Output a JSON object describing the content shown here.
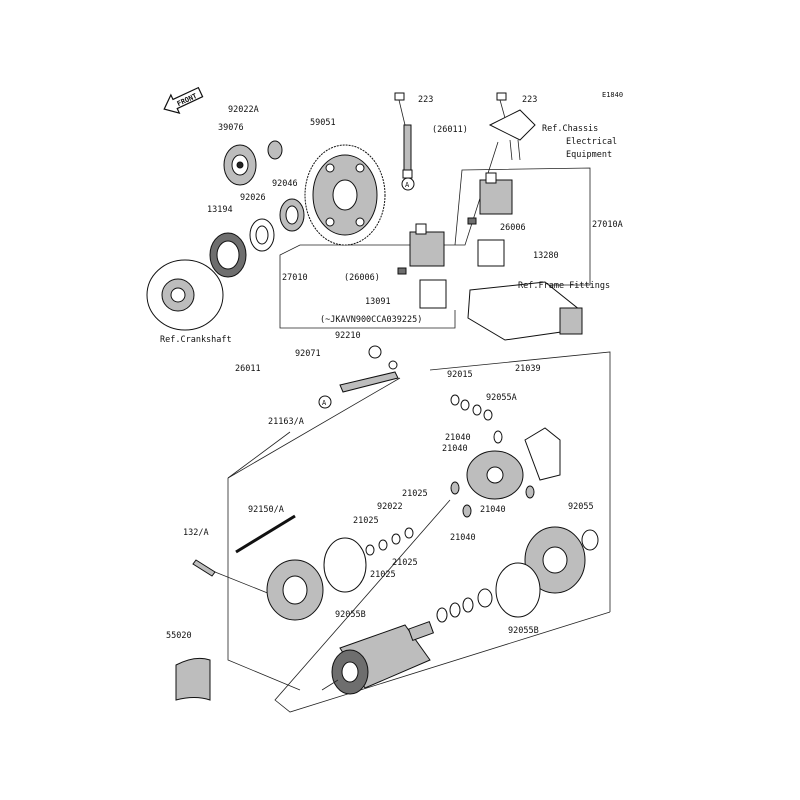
{
  "diagram_code": "E1840",
  "front_badge": "FRONT",
  "circle_marker": "A",
  "parts": {
    "p223_top": "223",
    "p223_right": "223",
    "p26011_top": "(26011)",
    "ref_chassis_1": "Ref.Chassis",
    "ref_chassis_2": "Electrical",
    "ref_chassis_3": "Equipment",
    "p92022A": "92022A",
    "p39076": "39076",
    "p59051": "59051",
    "p92046": "92046",
    "p92026": "92026",
    "p13194": "13194",
    "p27010A": "27010A",
    "p26006": "26006",
    "p13280": "13280",
    "p27010": "27010",
    "p26006_paren": "(26006)",
    "p13091": "13091",
    "serial_note": "(~JKAVN900CCA039225)",
    "ref_frame": "Ref.Frame Fittings",
    "ref_crank": "Ref.Crankshaft",
    "p92210": "92210",
    "p92071": "92071",
    "p26011": "26011",
    "p92015": "92015",
    "p21039": "21039",
    "p92055A": "92055A",
    "p21163A": "21163/A",
    "p21040_a": "21040",
    "p21040_b": "21040",
    "p21040_c": "21040",
    "p21040_d": "21040",
    "p21025_a": "21025",
    "p21025_b": "21025",
    "p21025_c": "21025",
    "p21025_d": "21025",
    "p92022": "92022",
    "p92150A": "92150/A",
    "p132A": "132/A",
    "p92055": "92055",
    "p92055B_left": "92055B",
    "p92055B_right": "92055B",
    "p55020": "55020"
  }
}
